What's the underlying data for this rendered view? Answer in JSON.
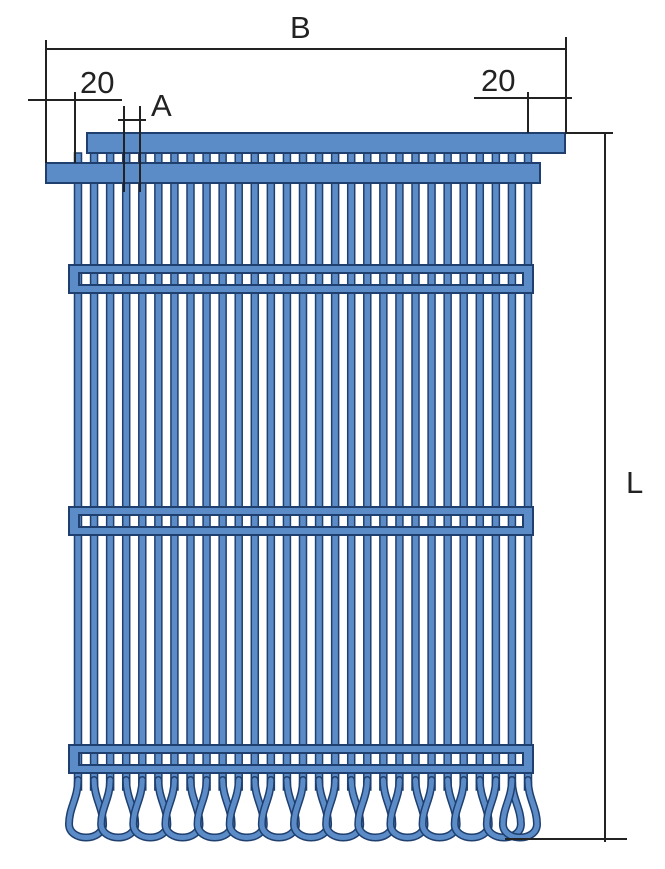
{
  "diagram": {
    "labels": {
      "width": "B",
      "length": "L",
      "pitch": "A",
      "left_offset": "20",
      "right_offset": "20"
    },
    "tube_count": 29,
    "support_bar_count": 3,
    "colors": {
      "tube_fill": "#5b8cc8",
      "tube_stroke": "#1f3f6e",
      "bar_fill": "#5b8cc8",
      "bar_stroke": "#1f3f6e",
      "dimension_line": "#222222",
      "background": "#ffffff"
    }
  }
}
